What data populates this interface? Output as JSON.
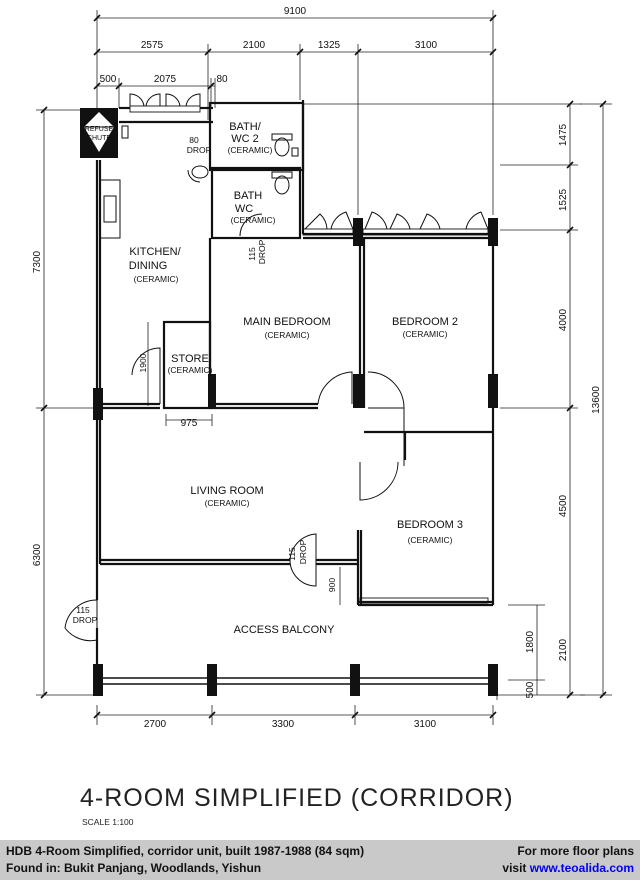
{
  "title": "4-ROOM SIMPLIFIED (CORRIDOR)",
  "scale": "SCALE   1:100",
  "footer": {
    "line1": "HDB 4-Room Simplified, corridor unit, built 1987-1988 (84 sqm)",
    "line2": "Found in: Bukit Panjang, Woodlands, Yishun",
    "more": "For more floor plans",
    "visit": "visit",
    "url": "www.teoalida.com"
  },
  "rooms": {
    "refuse_chute_1": "REFUSE",
    "refuse_chute_2": "CHUTE",
    "bath_wc2_1": "BATH/",
    "bath_wc2_2": "WC 2",
    "bath_wc2_sub": "(CERAMIC)",
    "bath_wc_1": "BATH",
    "bath_wc_2": "WC",
    "bath_wc_sub": "(CERAMIC)",
    "kitchen_1": "KITCHEN/",
    "kitchen_2": "DINING",
    "kitchen_sub": "(CERAMIC)",
    "main_bedroom": "MAIN BEDROOM",
    "main_bedroom_sub": "(CERAMIC)",
    "bedroom2": "BEDROOM 2",
    "bedroom2_sub": "(CERAMIC)",
    "store": "STORE",
    "store_sub": "(CERAMIC)",
    "living": "LIVING ROOM",
    "living_sub": "(CERAMIC)",
    "bedroom3": "BEDROOM 3",
    "bedroom3_sub": "(CERAMIC)",
    "balcony": "ACCESS BALCONY"
  },
  "notes": {
    "drop80_a": "80",
    "drop80_b": "DROP",
    "drop115_wc_a": "115",
    "drop115_wc_b": "DROP",
    "drop115_door_a": "115",
    "drop115_door_b": "DROP",
    "drop115_bal_a": "115",
    "drop115_bal_b": "DROP",
    "store_dim": "1900",
    "store_width": "975",
    "corridor_gap": "900"
  },
  "dims": {
    "top_total": "9100",
    "top_2575": "2575",
    "top_2100": "2100",
    "top_1325": "1325",
    "top_3100": "3100",
    "top_500": "500",
    "top_2075": "2075",
    "top_80": "80",
    "left_7300": "7300",
    "left_6300": "6300",
    "right_1475": "1475",
    "right_1525": "1525",
    "right_4000": "4000",
    "right_4500": "4500",
    "right_13600": "13600",
    "right_1800": "1800",
    "right_2100": "2100",
    "right_500": "500",
    "bottom_2700": "2700",
    "bottom_3300": "3300",
    "bottom_3100": "3100"
  }
}
